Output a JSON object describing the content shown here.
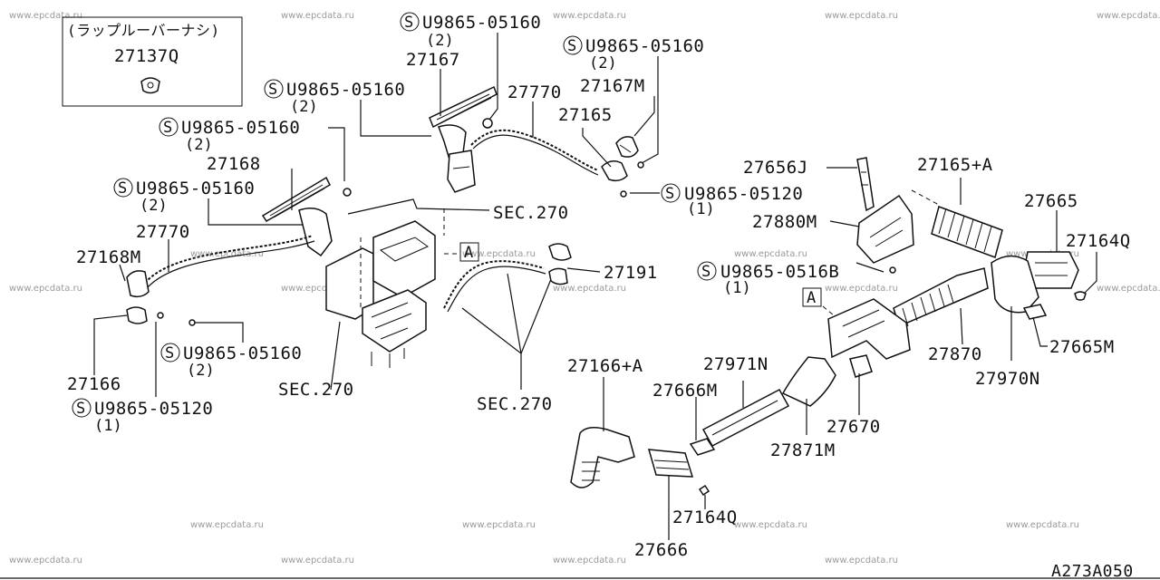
{
  "watermark": "www.epcdata.ru",
  "code": "A273A050",
  "inset": {
    "title": "(ラップルーバーナシ)",
    "part": "27137Q"
  },
  "screw_prefix": "S",
  "labels": {
    "u1": "U9865-05160",
    "u1q": "(2)",
    "u2": "U9865-05160",
    "u2q": "(2)",
    "u3": "U9865-05160",
    "u3q": "(2)",
    "u4": "U9865-05160",
    "u4q": "(2)",
    "u5": "U9865-05160",
    "u5q": "(2)",
    "u6": "U9865-05160",
    "u6q": "(2)",
    "u7": "U9865-05120",
    "u7q": "(1)",
    "u8": "U9865-05120",
    "u8q": "(1)",
    "u9": "U9865-0516B",
    "u9q": "(1)",
    "p27167": "27167",
    "p27770a": "27770",
    "p27167M": "27167M",
    "p27165": "27165",
    "p27168": "27168",
    "p27770b": "27770",
    "p27168M": "27168M",
    "p27166": "27166",
    "sec1": "SEC.270",
    "sec2": "SEC.270",
    "sec3": "SEC.270",
    "p27191": "27191",
    "p27656J": "27656J",
    "p27165A": "27165+A",
    "p27665": "27665",
    "p27880M": "27880M",
    "p27164Qa": "27164Q",
    "p27665M": "27665M",
    "p27870": "27870",
    "p27970N": "27970N",
    "p27166A": "27166+A",
    "p27971N": "27971N",
    "p27666M": "27666M",
    "p27670": "27670",
    "p27871M": "27871M",
    "p27164Qb": "27164Q",
    "p27666": "27666",
    "refA": "A"
  }
}
